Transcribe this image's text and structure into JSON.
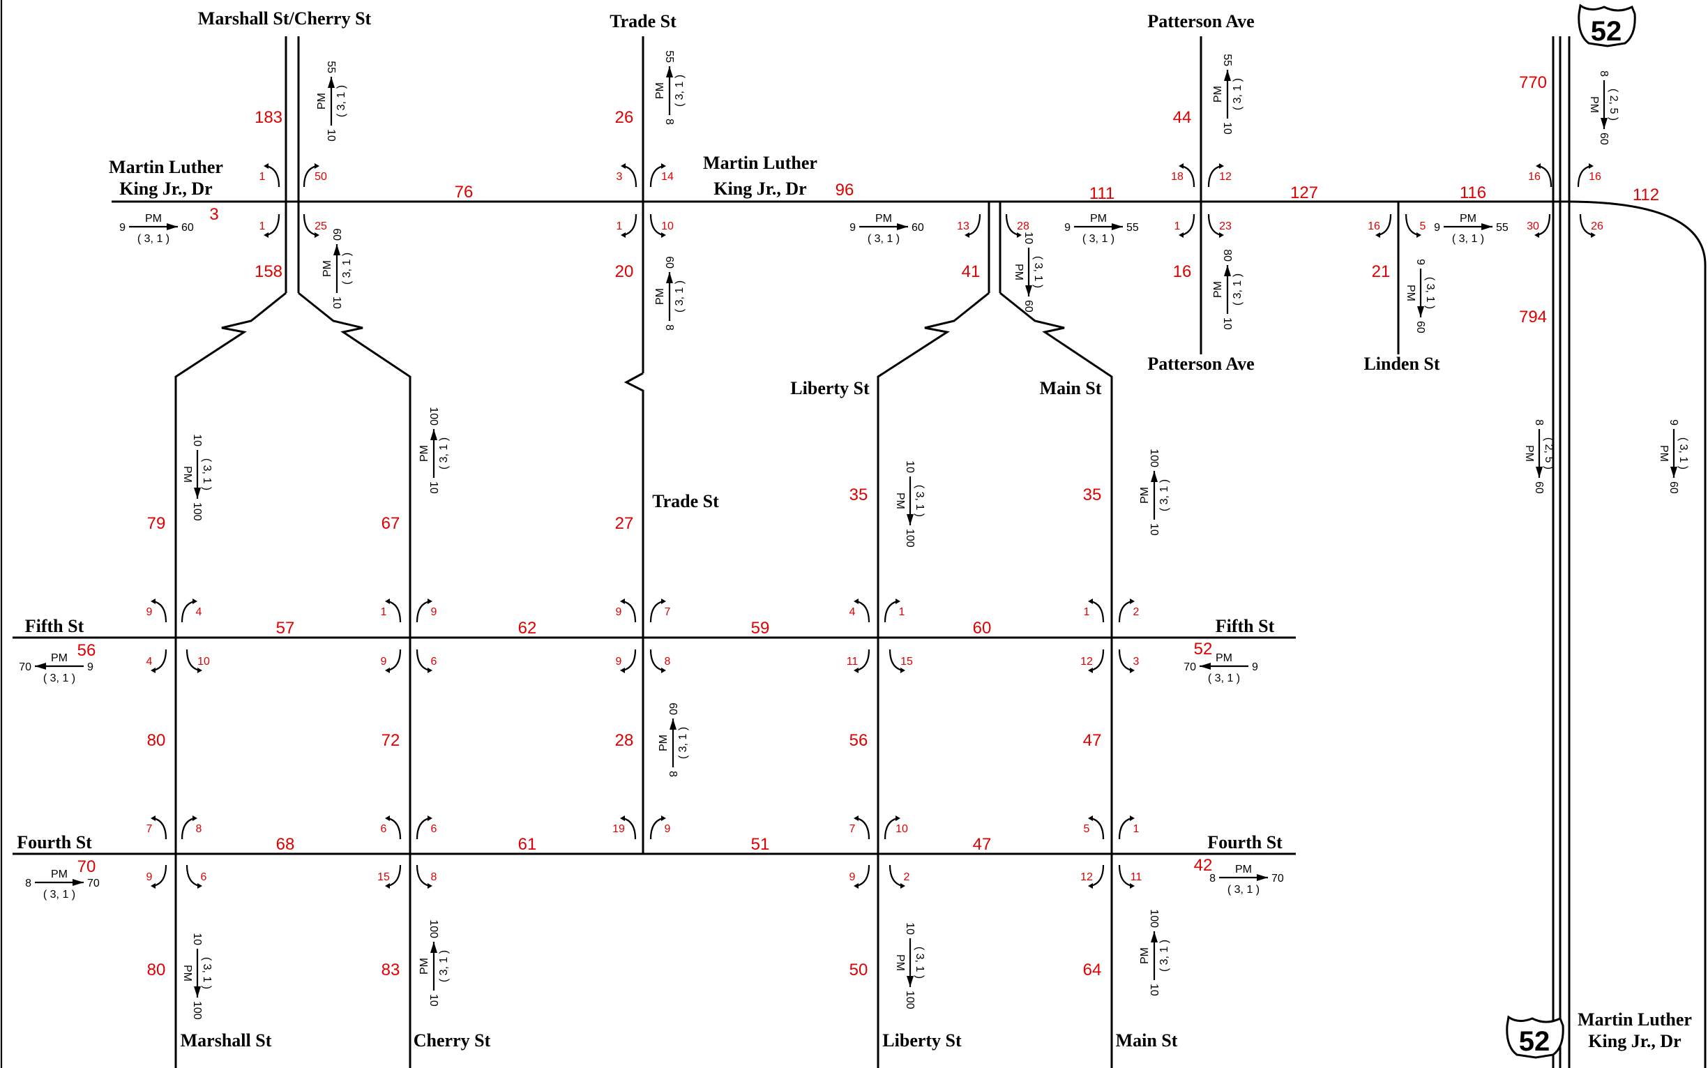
{
  "streets": {
    "marshall_cherry_top": "Marshall St/Cherry St",
    "trade_top": "Trade St",
    "patterson_top": "Patterson Ave",
    "mlk_left_1": "Martin Luther",
    "mlk_left_2": "King Jr., Dr",
    "mlk_mid_1": "Martin Luther",
    "mlk_mid_2": "King Jr., Dr",
    "mlk_bottom_1": "Martin Luther",
    "mlk_bottom_2": "King Jr., Dr",
    "patterson_bottom": "Patterson Ave",
    "linden": "Linden St",
    "liberty_mid": "Liberty St",
    "main_mid": "Main St",
    "trade_mid": "Trade St",
    "fifth_left": "Fifth St",
    "fifth_right": "Fifth St",
    "fourth_left": "Fourth St",
    "fourth_right": "Fourth St",
    "marshall_bottom": "Marshall St",
    "cherry_bottom": "Cherry St",
    "liberty_bottom": "Liberty St",
    "main_bottom": "Main St"
  },
  "shields": {
    "top": "52",
    "bottom": "52"
  },
  "link_volumes": {
    "v183": "183",
    "v26": "26",
    "v44": "44",
    "v770": "770",
    "v76": "76",
    "v96": "96",
    "v111": "111",
    "v127": "127",
    "v116": "116",
    "v112": "112",
    "v3": "3",
    "v158": "158",
    "v20": "20",
    "v41": "41",
    "v16": "16",
    "v21": "21",
    "v794": "794",
    "v35a": "35",
    "v35b": "35",
    "v79": "79",
    "v67": "67",
    "v27": "27",
    "v57": "57",
    "v62": "62",
    "v59": "59",
    "v60": "60",
    "v56": "56",
    "v52": "52",
    "v80a": "80",
    "v72": "72",
    "v28": "28",
    "v56b": "56",
    "v47": "47",
    "v68": "68",
    "v61": "61",
    "v51": "51",
    "v47b": "47",
    "v70": "70",
    "v42": "42",
    "v80b": "80",
    "v83": "83",
    "v50": "50",
    "v64": "64"
  },
  "turn_volumes": {
    "t1": "1",
    "t2": "50",
    "t3": "1",
    "t4": "25",
    "t5": "3",
    "t6": "14",
    "t7": "1",
    "t8": "10",
    "t9": "13",
    "t10": "28",
    "t11": "18",
    "t12": "23",
    "t13": "1",
    "t14": "12",
    "t15": "16",
    "t16": "5",
    "t17": "16",
    "t18": "16",
    "t19": "30",
    "t20": "26",
    "t21": "9",
    "t22": "4",
    "t23": "1",
    "t24": "9",
    "t25": "9",
    "t26": "7",
    "t27": "4",
    "t28": "1",
    "t29": "1",
    "t30": "2",
    "t31": "4",
    "t32": "10",
    "t33": "9",
    "t34": "6",
    "t35": "9",
    "t36": "8",
    "t37": "11",
    "t38": "15",
    "t39": "12",
    "t40": "3",
    "t41": "7",
    "t42": "8",
    "t43": "6",
    "t44": "6",
    "t45": "19",
    "t46": "9",
    "t47": "7",
    "t48": "10",
    "t49": "5",
    "t50": "1",
    "t51": "9",
    "t52": "6",
    "t53": "15",
    "t54": "8",
    "t55": "9",
    "t56": "2",
    "t57": "12",
    "t58": "11"
  },
  "timing": {
    "pm": "PM",
    "p31": "( 3, 1 )",
    "p25": "( 2, 5 )",
    "a1": {
      "l": "10",
      "r": "55"
    },
    "a2": {
      "l": "8",
      "r": "55"
    },
    "a3": {
      "l": "10",
      "r": "55"
    },
    "a4": {
      "l": "8",
      "r": "60"
    },
    "a5": {
      "l": "9",
      "r": "60"
    },
    "a6": {
      "l": "10",
      "r": "60"
    },
    "a7": {
      "l": "8",
      "r": "60"
    },
    "a8": {
      "l": "9",
      "r": "60"
    },
    "a9": {
      "l": "10",
      "r": "60"
    },
    "a10": {
      "l": "9",
      "r": "55"
    },
    "a11": {
      "l": "10",
      "r": "80"
    },
    "a12": {
      "l": "9",
      "r": "55"
    },
    "a13": {
      "l": "9",
      "r": "60"
    },
    "a14": {
      "l": "8",
      "r": "60"
    },
    "a15": {
      "l": "9",
      "r": "60"
    },
    "a16": {
      "l": "10",
      "r": "100"
    },
    "a17": {
      "l": "10",
      "r": "100"
    },
    "a18": {
      "l": "10",
      "r": "100"
    },
    "a19": {
      "l": "10",
      "r": "100"
    },
    "a20": {
      "l": "70",
      "r": "9"
    },
    "a21": {
      "l": "70",
      "r": "9"
    },
    "a22": {
      "l": "8",
      "r": "60"
    },
    "a23": {
      "l": "8",
      "r": "70"
    },
    "a24": {
      "l": "8",
      "r": "70"
    },
    "a25": {
      "l": "10",
      "r": "100"
    },
    "a26": {
      "l": "10",
      "r": "100"
    },
    "a27": {
      "l": "10",
      "r": "100"
    },
    "a28": {
      "l": "10",
      "r": "100"
    }
  }
}
